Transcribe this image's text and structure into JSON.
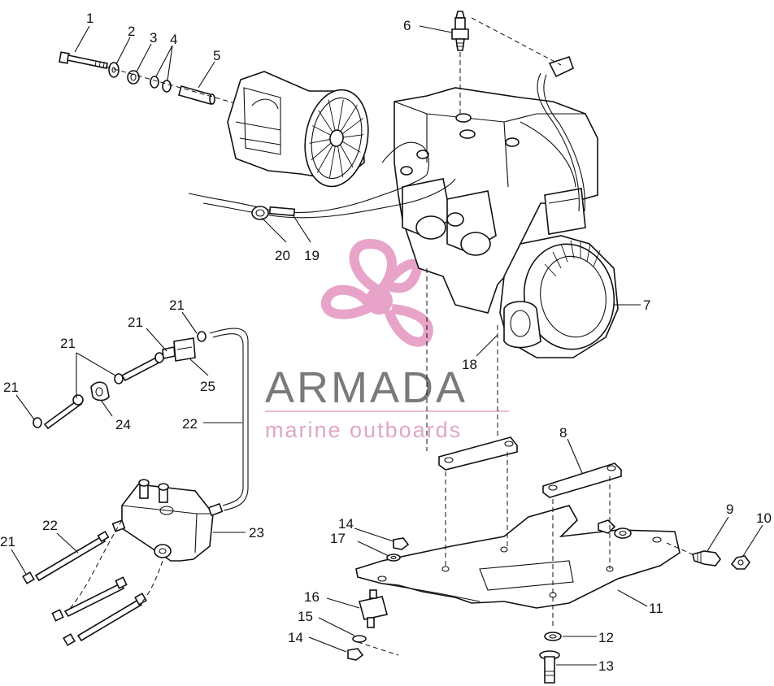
{
  "watermark": {
    "brand": "ARMADA",
    "tagline": "marine outboards",
    "brand_color": "#8c8c8c",
    "accent_color": "#e7a4c8"
  },
  "callouts": [
    {
      "id": "c1",
      "text": "1"
    },
    {
      "id": "c2",
      "text": "2"
    },
    {
      "id": "c3",
      "text": "3"
    },
    {
      "id": "c4",
      "text": "4"
    },
    {
      "id": "c5",
      "text": "5"
    },
    {
      "id": "c6",
      "text": "6"
    },
    {
      "id": "c7",
      "text": "7"
    },
    {
      "id": "c8",
      "text": "8"
    },
    {
      "id": "c9",
      "text": "9"
    },
    {
      "id": "c10",
      "text": "10"
    },
    {
      "id": "c11",
      "text": "11"
    },
    {
      "id": "c12",
      "text": "12"
    },
    {
      "id": "c13",
      "text": "13"
    },
    {
      "id": "c14a",
      "text": "14"
    },
    {
      "id": "c14b",
      "text": "14"
    },
    {
      "id": "c15",
      "text": "15"
    },
    {
      "id": "c16",
      "text": "16"
    },
    {
      "id": "c17",
      "text": "17"
    },
    {
      "id": "c18",
      "text": "18"
    },
    {
      "id": "c19",
      "text": "19"
    },
    {
      "id": "c20",
      "text": "20"
    },
    {
      "id": "c21a",
      "text": "21"
    },
    {
      "id": "c21b",
      "text": "21"
    },
    {
      "id": "c21c",
      "text": "21"
    },
    {
      "id": "c21d",
      "text": "21"
    },
    {
      "id": "c21e",
      "text": "21"
    },
    {
      "id": "c22a",
      "text": "22"
    },
    {
      "id": "c22b",
      "text": "22"
    },
    {
      "id": "c23",
      "text": "23"
    },
    {
      "id": "c24",
      "text": "24"
    },
    {
      "id": "c25",
      "text": "25"
    }
  ]
}
